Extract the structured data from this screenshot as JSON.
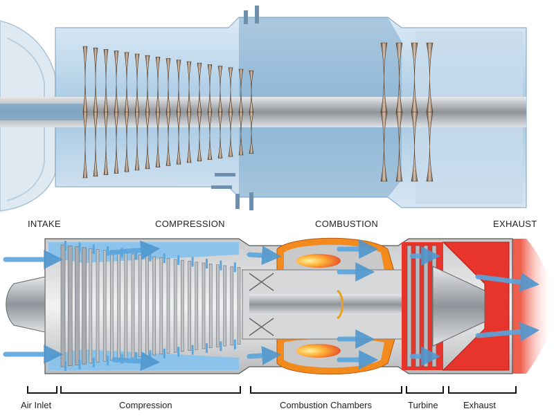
{
  "stages": {
    "intake": "INTAKE",
    "compression": "COMPRESSION",
    "combustion": "COMBUSTION",
    "exhaust": "EXHAUST"
  },
  "sections": {
    "air_inlet": "Air Inlet",
    "compression": "Compression",
    "combustion_chambers": "Combustion Chambers",
    "turbine": "Turbine",
    "exhaust": "Exhaust"
  },
  "colors": {
    "steel_blue": "#7fb2d6",
    "casing_grey": "#9a9ea3",
    "air_blue": "#5aa6de",
    "flame_orange": "#f28a1e",
    "exhaust_red": "#e8352b",
    "blade_bronze": "#8a6a4e"
  }
}
